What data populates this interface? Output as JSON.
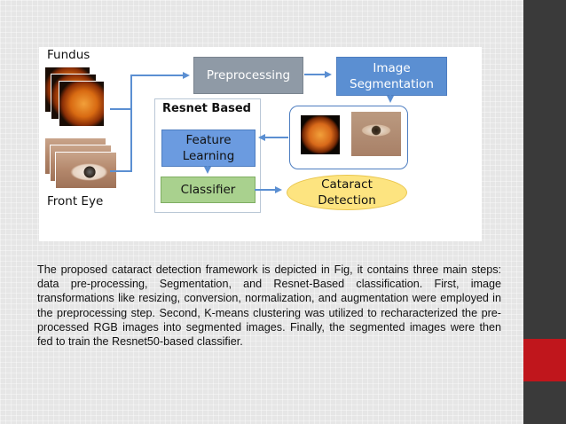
{
  "figure": {
    "fundus_label": "Fundus",
    "front_eye_label": "Front Eye",
    "preprocessing": "Preprocessing",
    "image_segmentation": [
      "Image",
      "Segmentation"
    ],
    "resnet_based": "Resnet Based",
    "feature_learning": [
      "Feature",
      "Learning"
    ],
    "classifier": "Classifier",
    "cataract_detection": [
      "Cataract",
      "Detection"
    ]
  },
  "caption": "The proposed cataract detection framework is depicted in Fig, it contains three main steps: data pre-processing, Segmentation, and Resnet-Based classification. First, image transformations like resizing, conversion, normalization, and augmentation were employed in the preprocessing step. Second, K-means clustering was utilized to recharacterized the pre-processed RGB images into segmented images. Finally, the segmented images were then fed to train the Resnet50-based classifier.",
  "colors": {
    "sidebar": "#3a3a3a",
    "accent": "#c0161c",
    "preprocess_box": "#8f9aa6",
    "segmentation_box": "#5b8fd2",
    "classifier_box": "#a9d18e",
    "detection_ellipse": "#fde480",
    "arrow": "#5b8fd2"
  }
}
